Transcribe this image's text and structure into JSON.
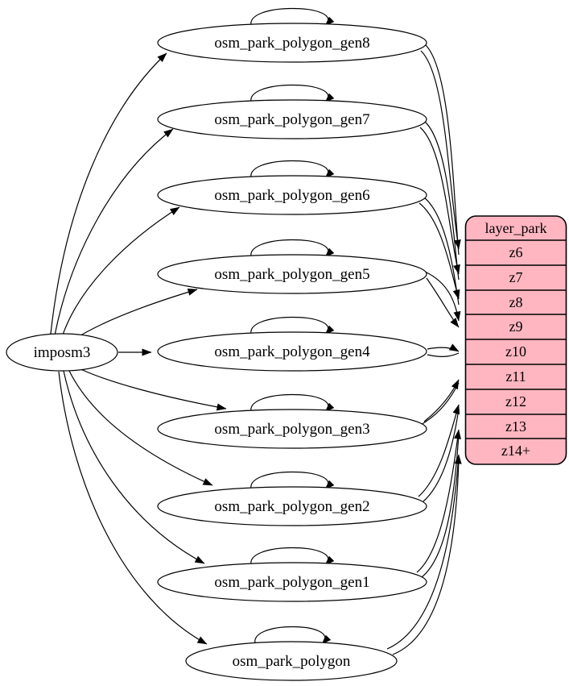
{
  "diagram": {
    "type": "graphviz-etl-graph",
    "source_node": {
      "id": "imposm3",
      "label": "imposm3"
    },
    "nodes": [
      {
        "id": "osm_park_polygon_gen8",
        "label": "osm_park_polygon_gen8"
      },
      {
        "id": "osm_park_polygon_gen7",
        "label": "osm_park_polygon_gen7"
      },
      {
        "id": "osm_park_polygon_gen6",
        "label": "osm_park_polygon_gen6"
      },
      {
        "id": "osm_park_polygon_gen5",
        "label": "osm_park_polygon_gen5"
      },
      {
        "id": "osm_park_polygon_gen4",
        "label": "osm_park_polygon_gen4"
      },
      {
        "id": "osm_park_polygon_gen3",
        "label": "osm_park_polygon_gen3"
      },
      {
        "id": "osm_park_polygon_gen2",
        "label": "osm_park_polygon_gen2"
      },
      {
        "id": "osm_park_polygon_gen1",
        "label": "osm_park_polygon_gen1"
      },
      {
        "id": "osm_park_polygon",
        "label": "osm_park_polygon"
      }
    ],
    "table": {
      "title": "layer_park",
      "rows": [
        "z6",
        "z7",
        "z8",
        "z9",
        "z10",
        "z11",
        "z12",
        "z13",
        "z14+"
      ]
    },
    "edges": [
      {
        "from": "imposm3",
        "to": "osm_park_polygon_gen8"
      },
      {
        "from": "imposm3",
        "to": "osm_park_polygon_gen7"
      },
      {
        "from": "imposm3",
        "to": "osm_park_polygon_gen6"
      },
      {
        "from": "imposm3",
        "to": "osm_park_polygon_gen5"
      },
      {
        "from": "imposm3",
        "to": "osm_park_polygon_gen4"
      },
      {
        "from": "imposm3",
        "to": "osm_park_polygon_gen3"
      },
      {
        "from": "imposm3",
        "to": "osm_park_polygon_gen2"
      },
      {
        "from": "imposm3",
        "to": "osm_park_polygon_gen1"
      },
      {
        "from": "imposm3",
        "to": "osm_park_polygon"
      },
      {
        "from": "osm_park_polygon_gen8",
        "to": "osm_park_polygon_gen8",
        "self_loop": true
      },
      {
        "from": "osm_park_polygon_gen7",
        "to": "osm_park_polygon_gen7",
        "self_loop": true
      },
      {
        "from": "osm_park_polygon_gen6",
        "to": "osm_park_polygon_gen6",
        "self_loop": true
      },
      {
        "from": "osm_park_polygon_gen5",
        "to": "osm_park_polygon_gen5",
        "self_loop": true
      },
      {
        "from": "osm_park_polygon_gen4",
        "to": "osm_park_polygon_gen4",
        "self_loop": true
      },
      {
        "from": "osm_park_polygon_gen3",
        "to": "osm_park_polygon_gen3",
        "self_loop": true
      },
      {
        "from": "osm_park_polygon_gen2",
        "to": "osm_park_polygon_gen2",
        "self_loop": true
      },
      {
        "from": "osm_park_polygon_gen1",
        "to": "osm_park_polygon_gen1",
        "self_loop": true
      },
      {
        "from": "osm_park_polygon",
        "to": "osm_park_polygon",
        "self_loop": true
      },
      {
        "from": "osm_park_polygon_gen8",
        "to": "layer_park.z6"
      },
      {
        "from": "osm_park_polygon_gen7",
        "to": "layer_park.z7"
      },
      {
        "from": "osm_park_polygon_gen6",
        "to": "layer_park.z8"
      },
      {
        "from": "osm_park_polygon_gen5",
        "to": "layer_park.z9"
      },
      {
        "from": "osm_park_polygon_gen4",
        "to": "layer_park.z10"
      },
      {
        "from": "osm_park_polygon_gen3",
        "to": "layer_park.z11"
      },
      {
        "from": "osm_park_polygon_gen2",
        "to": "layer_park.z12"
      },
      {
        "from": "osm_park_polygon_gen1",
        "to": "layer_park.z13"
      },
      {
        "from": "osm_park_polygon",
        "to": "layer_park.z14+"
      }
    ],
    "colors": {
      "background": "#ffffff",
      "node_fill": "#ffffff",
      "table_fill": "#ffb6c1",
      "stroke": "#000000",
      "text": "#000000"
    }
  }
}
